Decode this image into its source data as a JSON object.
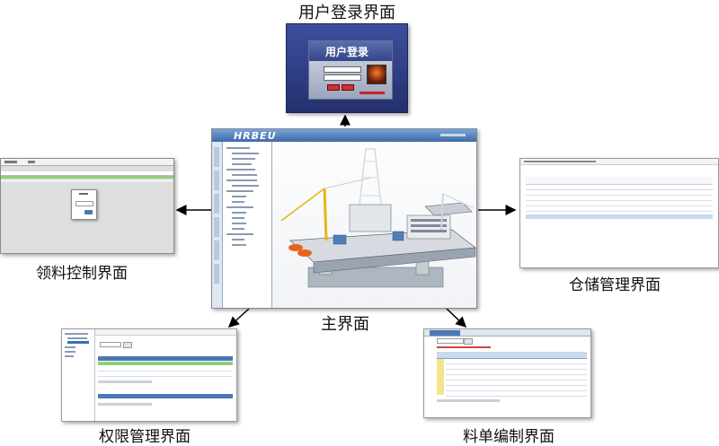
{
  "captions": {
    "login": "用户登录界面",
    "main": "主界面",
    "material_control": "领料控制界面",
    "warehouse": "仓储管理界面",
    "permission": "权限管理界面",
    "bill": "料单编制界面"
  },
  "login_screen": {
    "title": "用户登录"
  },
  "main_screen": {
    "brand": "HRBEU"
  },
  "colors": {
    "login_bg": "#2f3e8c",
    "header_blue": "#4a78b6",
    "nav_blue": "#c9d9ee",
    "green_row": "#8fcf7a",
    "yellow_cell": "#f4e58a",
    "arrow": "#000000"
  }
}
